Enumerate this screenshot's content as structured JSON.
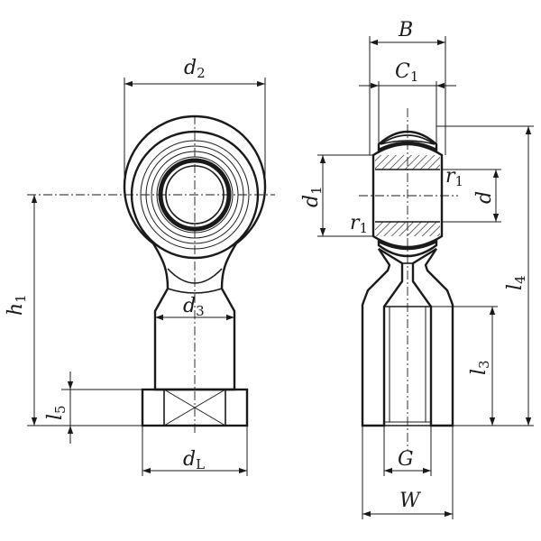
{
  "labels": {
    "d2": {
      "main": "d",
      "sub": "2"
    },
    "d3": {
      "main": "d",
      "sub": "3"
    },
    "dL": {
      "main": "d",
      "sub": "L"
    },
    "h1": {
      "main": "h",
      "sub": "1"
    },
    "l5": {
      "main": "l",
      "sub": "5"
    },
    "B": {
      "main": "B",
      "sub": ""
    },
    "C1": {
      "main": "C",
      "sub": "1"
    },
    "d1": {
      "main": "d",
      "sub": "1"
    },
    "d": {
      "main": "d",
      "sub": ""
    },
    "r1_top": {
      "main": "r",
      "sub": "1"
    },
    "r1_bottom": {
      "main": "r",
      "sub": "1"
    },
    "l4": {
      "main": "l",
      "sub": "4"
    },
    "l3": {
      "main": "l",
      "sub": "3"
    },
    "G": {
      "main": "G",
      "sub": ""
    },
    "W": {
      "main": "W",
      "sub": ""
    }
  }
}
